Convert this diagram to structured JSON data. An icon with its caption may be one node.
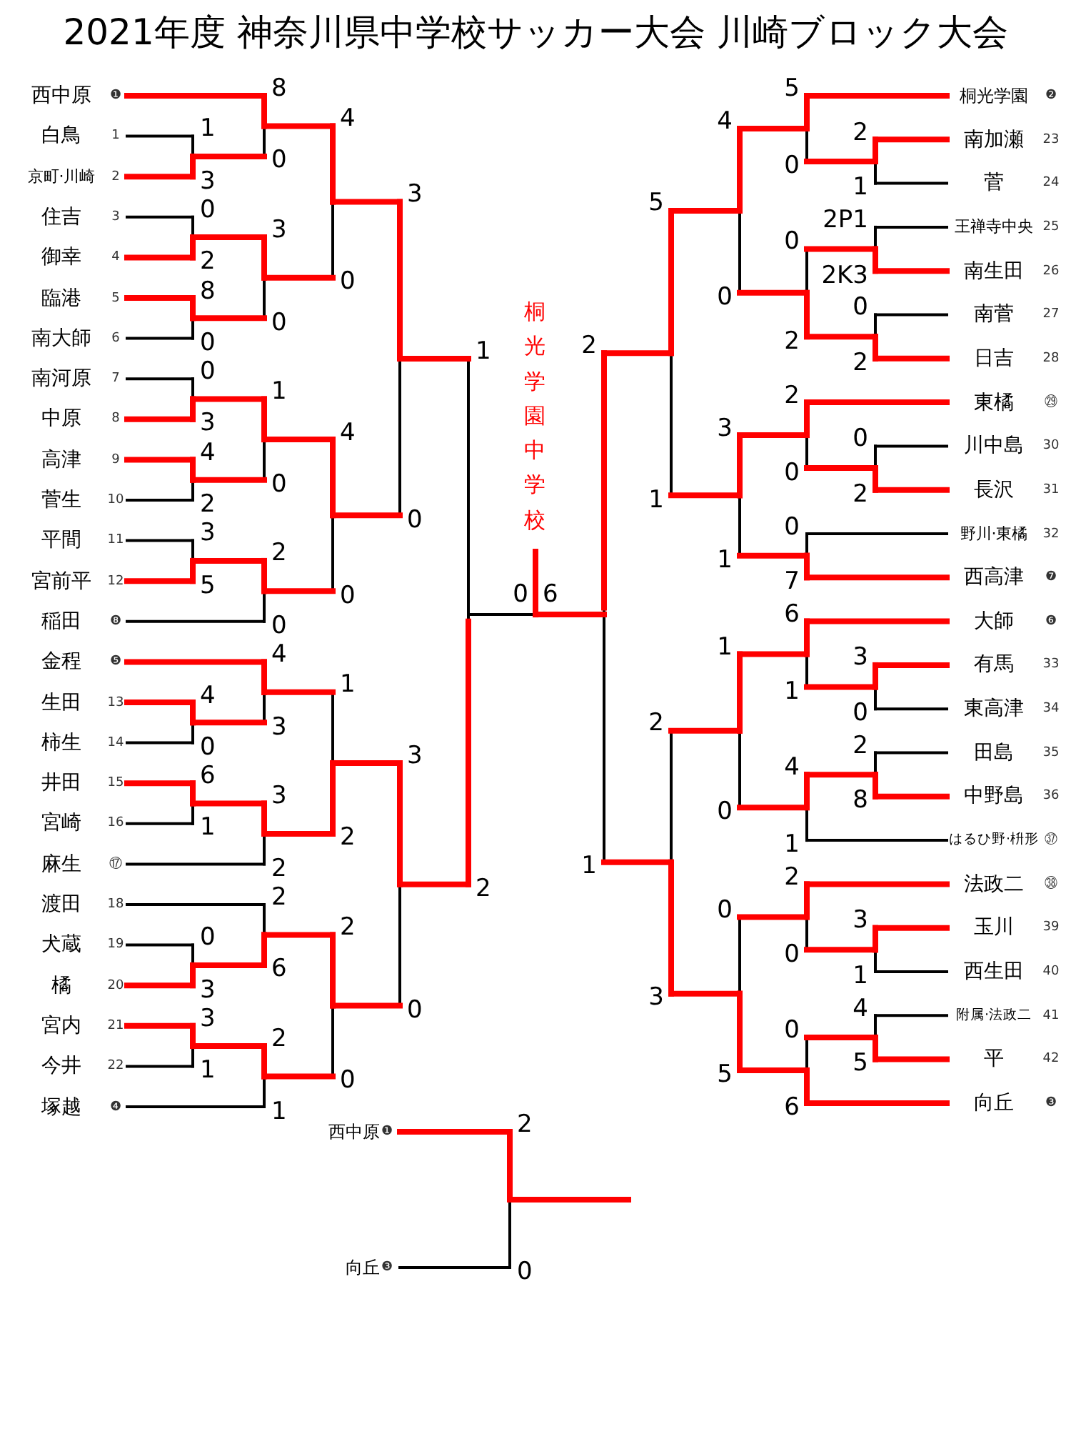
{
  "diagram": {
    "title": "2021年度 神奈川県中学校サッカー大会 川崎ブロック大会",
    "nodes": [
      {
        "text": [
          "西中原"
        ],
        "beside": [
          "❶"
        ]
      },
      {
        "text": [
          "白鳥"
        ],
        "beside": [
          "1"
        ]
      },
      {
        "text": [
          "京町·川崎"
        ],
        "beside": [
          "2"
        ]
      },
      {
        "text": [
          "住吉"
        ],
        "beside": [
          "3"
        ]
      },
      {
        "text": [
          "御幸"
        ],
        "beside": [
          "4"
        ]
      },
      {
        "text": [
          "臨港"
        ],
        "beside": [
          "5"
        ]
      },
      {
        "text": [
          "南大師"
        ],
        "beside": [
          "6"
        ]
      },
      {
        "text": [
          "南河原"
        ],
        "beside": [
          "7"
        ]
      },
      {
        "text": [
          "中原"
        ],
        "beside": [
          "8"
        ]
      },
      {
        "text": [
          "高津"
        ],
        "beside": [
          "9"
        ]
      },
      {
        "text": [
          "菅生"
        ],
        "beside": [
          "10"
        ]
      },
      {
        "text": [
          "平間"
        ],
        "beside": [
          "11"
        ]
      },
      {
        "text": [
          "宮前平"
        ],
        "beside": [
          "12"
        ]
      },
      {
        "text": [
          "稲田"
        ],
        "beside": [
          "❽"
        ]
      },
      {
        "text": [
          "金程"
        ],
        "beside": [
          "❺"
        ]
      },
      {
        "text": [
          "生田"
        ],
        "beside": [
          "13"
        ]
      },
      {
        "text": [
          "柿生"
        ],
        "beside": [
          "14"
        ]
      },
      {
        "text": [
          "井田"
        ],
        "beside": [
          "15"
        ]
      },
      {
        "text": [
          "宮崎"
        ],
        "beside": [
          "16"
        ]
      },
      {
        "text": [
          "麻生"
        ],
        "beside": [
          "⑰"
        ]
      },
      {
        "text": [
          "渡田"
        ],
        "beside": [
          "18"
        ]
      },
      {
        "text": [
          "犬蔵"
        ],
        "beside": [
          "19"
        ]
      },
      {
        "text": [
          "橘"
        ],
        "beside": [
          "20"
        ]
      },
      {
        "text": [
          "宮内"
        ],
        "beside": [
          "21"
        ]
      },
      {
        "text": [
          "今井"
        ],
        "beside": [
          "22"
        ]
      },
      {
        "text": [
          "塚越"
        ],
        "beside": [
          "❹"
        ]
      },
      {
        "text": [
          "桐光学園"
        ],
        "beside": [
          "❷"
        ]
      },
      {
        "text": [
          "南加瀬"
        ],
        "beside": [
          "23"
        ]
      },
      {
        "text": [
          "菅"
        ],
        "beside": [
          "24"
        ]
      },
      {
        "text": [
          "王禅寺中央"
        ],
        "beside": [
          "25"
        ]
      },
      {
        "text": [
          "南生田"
        ],
        "beside": [
          "26"
        ]
      },
      {
        "text": [
          "南菅"
        ],
        "beside": [
          "27"
        ]
      },
      {
        "text": [
          "日吉"
        ],
        "beside": [
          "28"
        ]
      },
      {
        "text": [
          "東橘"
        ],
        "beside": [
          "㉙"
        ]
      },
      {
        "text": [
          "川中島"
        ],
        "beside": [
          "30"
        ]
      },
      {
        "text": [
          "長沢"
        ],
        "beside": [
          "31"
        ]
      },
      {
        "text": [
          "野川·東橘"
        ],
        "beside": [
          "32"
        ]
      },
      {
        "text": [
          "西高津"
        ],
        "beside": [
          "❼"
        ]
      },
      {
        "text": [
          "大師"
        ],
        "beside": [
          "❻"
        ]
      },
      {
        "text": [
          "有馬"
        ],
        "beside": [
          "33"
        ]
      },
      {
        "text": [
          "東高津"
        ],
        "beside": [
          "34"
        ]
      },
      {
        "text": [
          "田島"
        ],
        "beside": [
          "35"
        ]
      },
      {
        "text": [
          "中野島"
        ],
        "beside": [
          "36"
        ]
      },
      {
        "text": [
          "はるひ野·枡形"
        ],
        "beside": [
          "㊲"
        ]
      },
      {
        "text": [
          "法政二"
        ],
        "beside": [
          "㊳"
        ]
      },
      {
        "text": [
          "玉川"
        ],
        "beside": [
          "39"
        ]
      },
      {
        "text": [
          "西生田"
        ],
        "beside": [
          "40"
        ]
      },
      {
        "text": [
          "附属·法政二"
        ],
        "beside": [
          "41"
        ]
      },
      {
        "text": [
          "平"
        ],
        "beside": [
          "42"
        ]
      },
      {
        "text": [
          "向丘"
        ],
        "beside": [
          "❸"
        ]
      },
      {
        "text": [
          "西中原"
        ],
        "beside": [
          "❶"
        ]
      },
      {
        "text": [
          "向丘"
        ],
        "beside": [
          "❸"
        ]
      }
    ],
    "labels": [
      "桐光学園中学校",
      "1",
      "3",
      "8",
      "0",
      "0",
      "2",
      "8",
      "0",
      "3",
      "0",
      "4",
      "0",
      "0",
      "3",
      "4",
      "2",
      "1",
      "0",
      "3",
      "5",
      "2",
      "0",
      "4",
      "0",
      "3",
      "0",
      "4",
      "0",
      "4",
      "3",
      "6",
      "1",
      "3",
      "2",
      "1",
      "2",
      "0",
      "3",
      "2",
      "6",
      "3",
      "1",
      "2",
      "1",
      "2",
      "0",
      "3",
      "0",
      "1",
      "2",
      "2",
      "1",
      "5",
      "0",
      "2P1",
      "2K3",
      "0",
      "2",
      "0",
      "2",
      "4",
      "0",
      "0",
      "2",
      "2",
      "0",
      "0",
      "7",
      "3",
      "1",
      "5",
      "1",
      "3",
      "0",
      "6",
      "1",
      "2",
      "8",
      "4",
      "1",
      "1",
      "0",
      "3",
      "1",
      "2",
      "0",
      "4",
      "5",
      "0",
      "6",
      "0",
      "5",
      "2",
      "3",
      "2",
      "1",
      "0",
      "6",
      "2",
      "0"
    ]
  }
}
